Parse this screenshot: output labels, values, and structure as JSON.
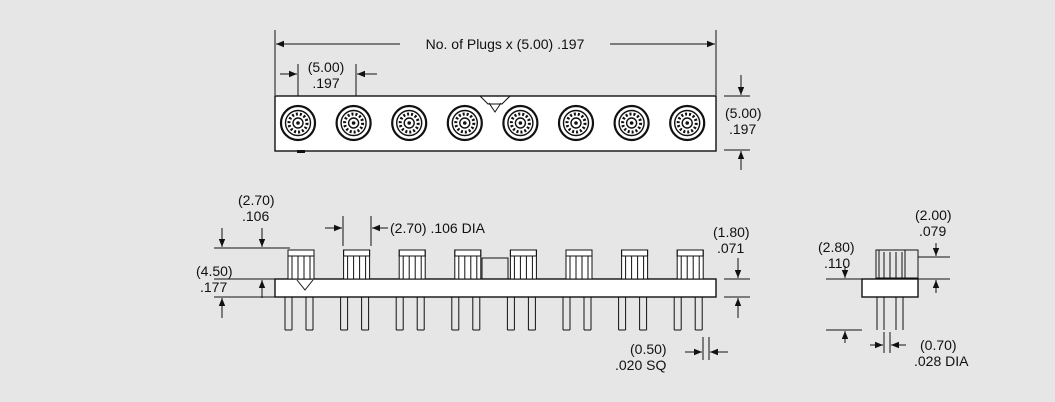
{
  "top_view": {
    "overall_width": "No. of Plugs x (5.00) .197",
    "pitch_mm": "(5.00)",
    "pitch_in": ".197",
    "height_mm": "(5.00)",
    "height_in": ".197",
    "plug_count": 8
  },
  "front_view": {
    "plug_top_mm": "(2.70)",
    "plug_top_in": ".106",
    "plug_dia": "(2.70) .106 DIA",
    "body_height_mm": "(4.50)",
    "body_height_in": ".177",
    "plug_height_mm": "(1.80)",
    "plug_height_in": ".071",
    "pin_sq_mm": "(0.50)",
    "pin_sq_in": ".020 SQ"
  },
  "side_view": {
    "top_mm": "(2.00)",
    "top_in": ".079",
    "height_mm": "(2.80)",
    "height_in": ".110",
    "pin_dia_mm": "(0.70)",
    "pin_dia_in": ".028 DIA"
  }
}
